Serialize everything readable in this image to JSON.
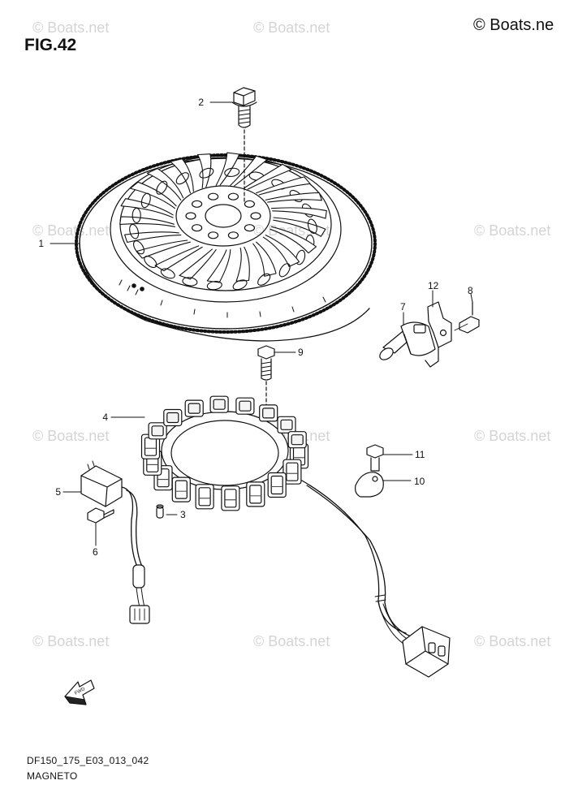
{
  "header": {
    "figure_title": "FIG.42",
    "copyright": "© Boats.ne"
  },
  "watermark": {
    "text": "© Boats.net"
  },
  "footer": {
    "diagram_code": "DF150_175_E03_013_042",
    "section_name": "MAGNETO"
  },
  "parts": [
    {
      "number": "1",
      "part": "flywheel"
    },
    {
      "number": "2",
      "part": "flywheel-bolt"
    },
    {
      "number": "3",
      "part": "dowel-pin"
    },
    {
      "number": "4",
      "part": "stator"
    },
    {
      "number": "5",
      "part": "pulser-coil"
    },
    {
      "number": "6",
      "part": "pulser-coil-screw"
    },
    {
      "number": "7",
      "part": "sensor"
    },
    {
      "number": "8",
      "part": "sensor-bolt"
    },
    {
      "number": "9",
      "part": "stator-bolt"
    },
    {
      "number": "10",
      "part": "clamp"
    },
    {
      "number": "11",
      "part": "clamp-bolt"
    },
    {
      "number": "12",
      "part": "sensor-bracket"
    }
  ],
  "icons": {
    "front_arrow": "fwd-arrow-icon"
  }
}
